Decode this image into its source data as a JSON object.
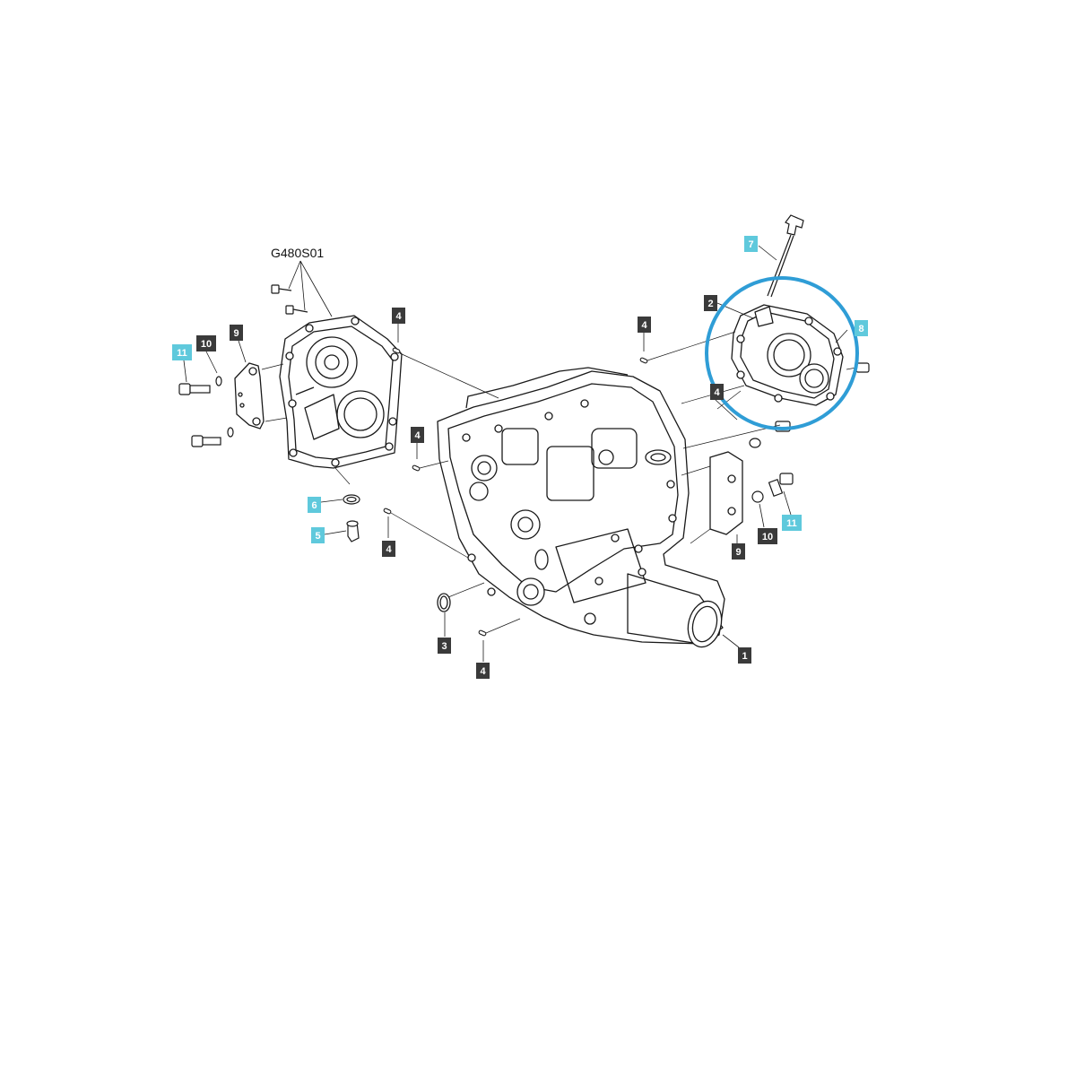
{
  "figure": {
    "code": "G480S01"
  },
  "colors": {
    "dark_tag_bg": "#3a3a3a",
    "cyan_tag_bg": "#5fc9dc",
    "tag_text": "#ffffff",
    "highlight_ring": "#2f9dd6",
    "line_art": "#1a1a1a"
  },
  "callouts": [
    {
      "id": "tag-4-top-left",
      "label": "4",
      "style": "dark"
    },
    {
      "id": "tag-4-top-right",
      "label": "4",
      "style": "dark"
    },
    {
      "id": "tag-4-mid-left",
      "label": "4",
      "style": "dark"
    },
    {
      "id": "tag-4-lower-left",
      "label": "4",
      "style": "dark"
    },
    {
      "id": "tag-4-bottom",
      "label": "4",
      "style": "dark"
    },
    {
      "id": "tag-4-behind-cover",
      "label": "4",
      "style": "dark"
    },
    {
      "id": "tag-1",
      "label": "1",
      "style": "dark"
    },
    {
      "id": "tag-2",
      "label": "2",
      "style": "dark"
    },
    {
      "id": "tag-3",
      "label": "3",
      "style": "dark"
    },
    {
      "id": "tag-5",
      "label": "5",
      "style": "cyan"
    },
    {
      "id": "tag-6",
      "label": "6",
      "style": "cyan"
    },
    {
      "id": "tag-7",
      "label": "7",
      "style": "cyan"
    },
    {
      "id": "tag-8",
      "label": "8",
      "style": "cyan"
    },
    {
      "id": "tag-9-left",
      "label": "9",
      "style": "dark"
    },
    {
      "id": "tag-9-right",
      "label": "9",
      "style": "dark"
    },
    {
      "id": "tag-10-left",
      "label": "10",
      "style": "dark"
    },
    {
      "id": "tag-10-right",
      "label": "10",
      "style": "dark"
    },
    {
      "id": "tag-11-left",
      "label": "11",
      "style": "cyan"
    },
    {
      "id": "tag-11-right",
      "label": "11",
      "style": "cyan"
    }
  ]
}
